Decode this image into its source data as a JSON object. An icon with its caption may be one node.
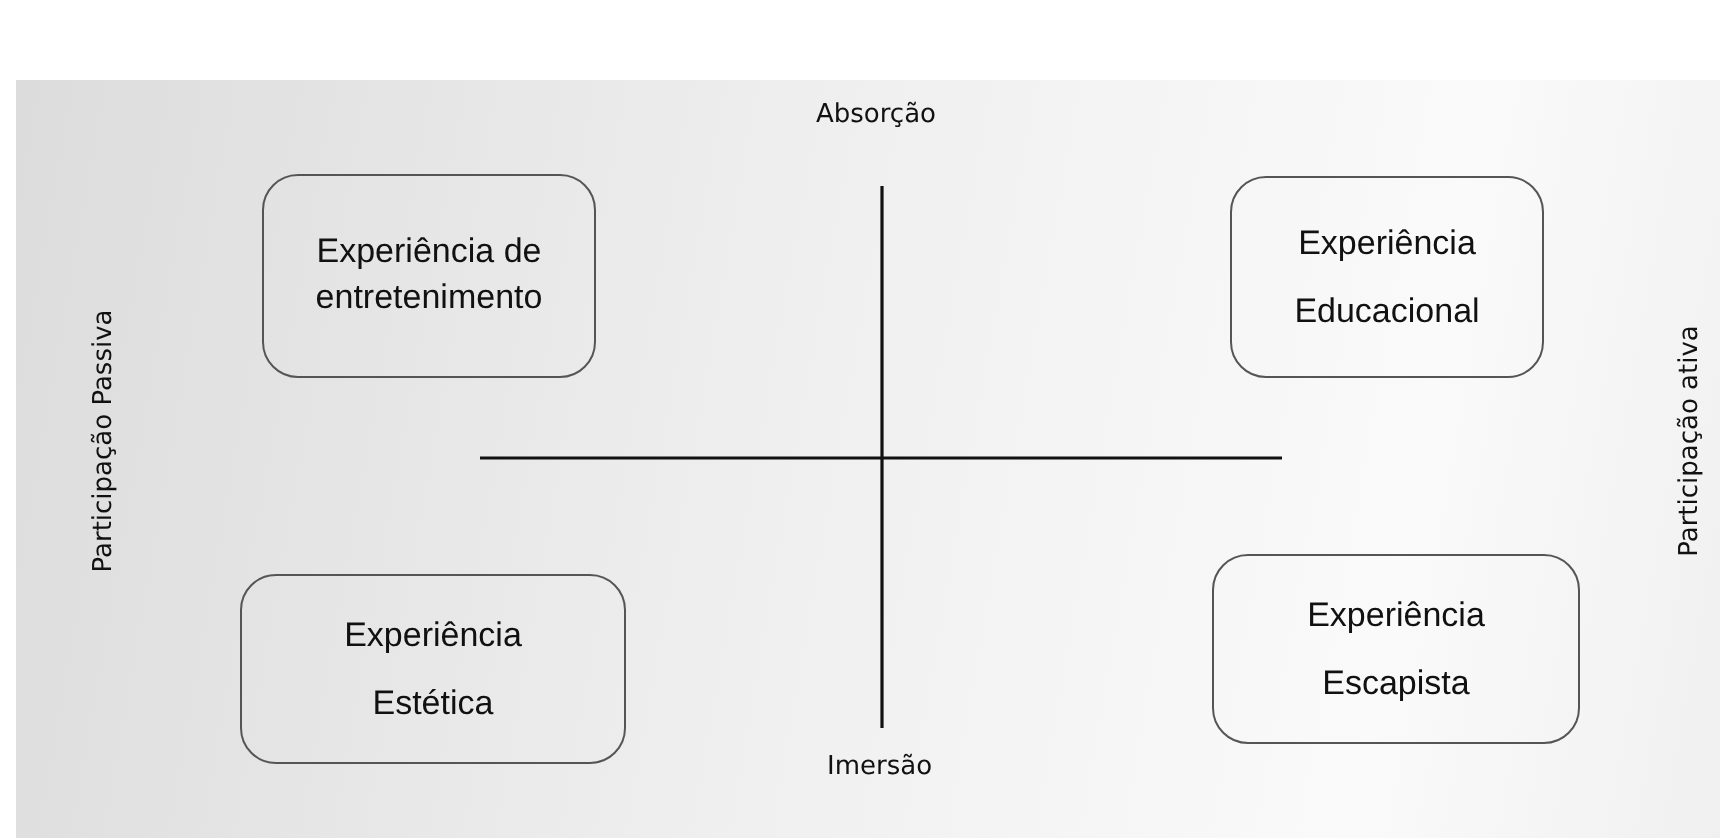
{
  "diagram": {
    "nodes": [
      {
        "text": [
          "Experiência de entretenimento"
        ]
      },
      {
        "text": [
          "Experiência Educacional"
        ]
      },
      {
        "text": [
          "Experiência Estética"
        ]
      },
      {
        "text": [
          "Experiência Escapista"
        ]
      }
    ],
    "labels": [
      "Absorção",
      "Participação Passiva",
      "Participação ativa",
      "Imersão"
    ]
  }
}
